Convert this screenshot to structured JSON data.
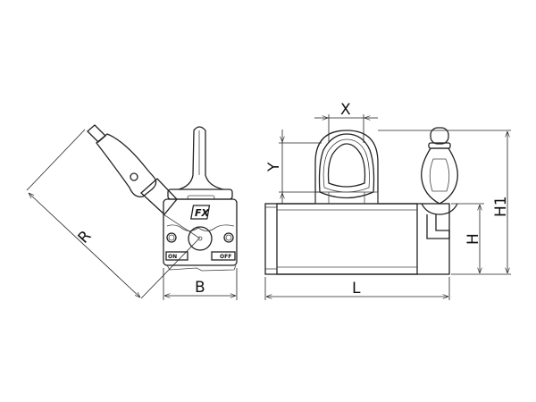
{
  "drawing": {
    "dimensions": {
      "R": "R",
      "B": "B",
      "X": "X",
      "Y": "Y",
      "L": "L",
      "H": "H",
      "H1": "H1"
    },
    "body_labels": {
      "on": "ON",
      "off": "OFF",
      "logo": "FX"
    }
  }
}
